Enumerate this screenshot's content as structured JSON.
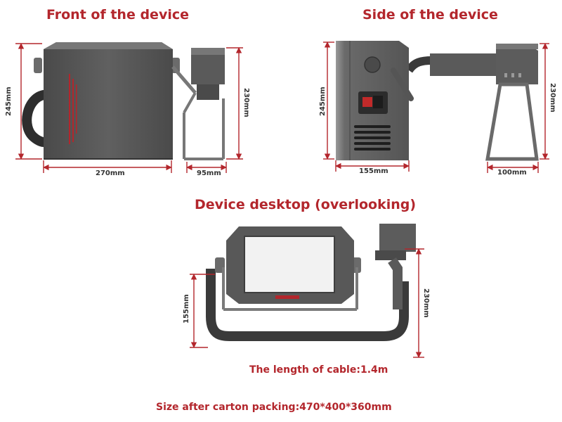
{
  "titles": {
    "front": "Front of the device",
    "side": "Side of the device",
    "desktop": "Device desktop (overlooking)"
  },
  "dimensions": {
    "front_height": "245mm",
    "front_width": "270mm",
    "front_head_width": "95mm",
    "front_head_height": "230mm",
    "side_height": "245mm",
    "side_width": "155mm",
    "side_head_width": "100mm",
    "side_head_height": "230mm",
    "desktop_height": "155mm",
    "desktop_head_height": "230mm"
  },
  "cable": {
    "label": "The length of cable:",
    "value": "1.4m"
  },
  "packing": {
    "label": "Size after carton packing:",
    "value": "470*400*360mm"
  },
  "colors": {
    "accent": "#b3262c",
    "body": "#5b5b5b",
    "body_dark": "#3c3c3c",
    "body_light": "#7a7a7a",
    "screen": "#f2f2f2"
  }
}
